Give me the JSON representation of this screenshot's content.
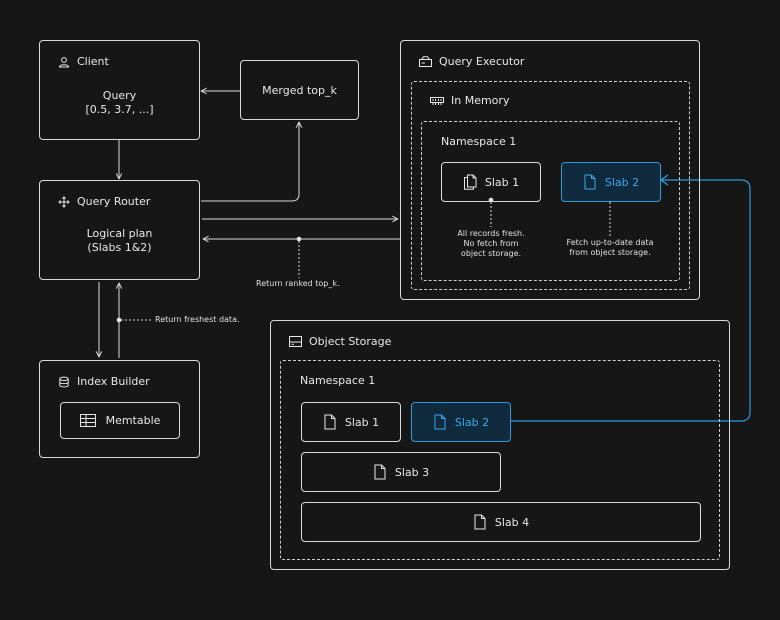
{
  "client": {
    "title": "Client",
    "query_label": "Query",
    "query_value": "[0.5, 3.7, ...]"
  },
  "merged": {
    "label": "Merged top_k"
  },
  "router": {
    "title": "Query Router",
    "plan_line1": "Logical plan",
    "plan_line2": "(Slabs 1&2)"
  },
  "executor": {
    "title": "Query Executor",
    "memory_title": "In Memory",
    "namespace_title": "Namespace 1",
    "slab1": "Slab 1",
    "slab2": "Slab 2",
    "note1": [
      "All records fresh.",
      "No fetch from",
      "object storage."
    ],
    "note2": [
      "Fetch up-to-date data",
      "from object storage."
    ]
  },
  "edges": {
    "return_ranked": "Return ranked top_k.",
    "return_freshest": "Return freshest  data."
  },
  "builder": {
    "title": "Index Builder",
    "memtable": "Memtable"
  },
  "storage": {
    "title": "Object Storage",
    "namespace_title": "Namespace 1",
    "slab1": "Slab 1",
    "slab2": "Slab 2",
    "slab3": "Slab 3",
    "slab4": "Slab 4"
  },
  "colors": {
    "background": "#161616",
    "line": "#d9d9d9",
    "accent": "#2b9be0"
  },
  "icons": {
    "client": "user-icon",
    "router": "move-arrows-icon",
    "executor": "server-icon",
    "memory": "memory-chip-icon",
    "storage": "storage-drive-icon",
    "builder": "database-icon",
    "memtable": "table-icon",
    "slab": "document-icon"
  }
}
